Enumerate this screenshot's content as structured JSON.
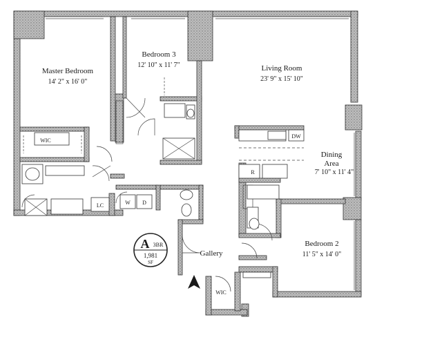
{
  "rooms": {
    "master_bedroom": {
      "name": "Master Bedroom",
      "dims": "14' 2\" x 16' 0\""
    },
    "bedroom3": {
      "name": "Bedroom 3",
      "dims": "12' 10\" x 11' 7\""
    },
    "living_room": {
      "name": "Living Room",
      "dims": "23' 9\" x 15' 10\""
    },
    "dining_area": {
      "name_line1": "Dining",
      "name_line2": "Area",
      "dims": "7' 10\" x 11' 4\""
    },
    "bedroom2": {
      "name": "Bedroom 2",
      "dims": "11' 5\" x 14' 0\""
    },
    "gallery": {
      "name": "Gallery"
    }
  },
  "fixtures": {
    "wic_master": "WIC",
    "wic_gallery": "WIC",
    "dw": "DW",
    "lc": "LC",
    "washer": "W",
    "dryer": "D",
    "fridge": "R"
  },
  "badge": {
    "letter": "A",
    "type": "3BR",
    "area": "1,981",
    "unit": "SF"
  }
}
